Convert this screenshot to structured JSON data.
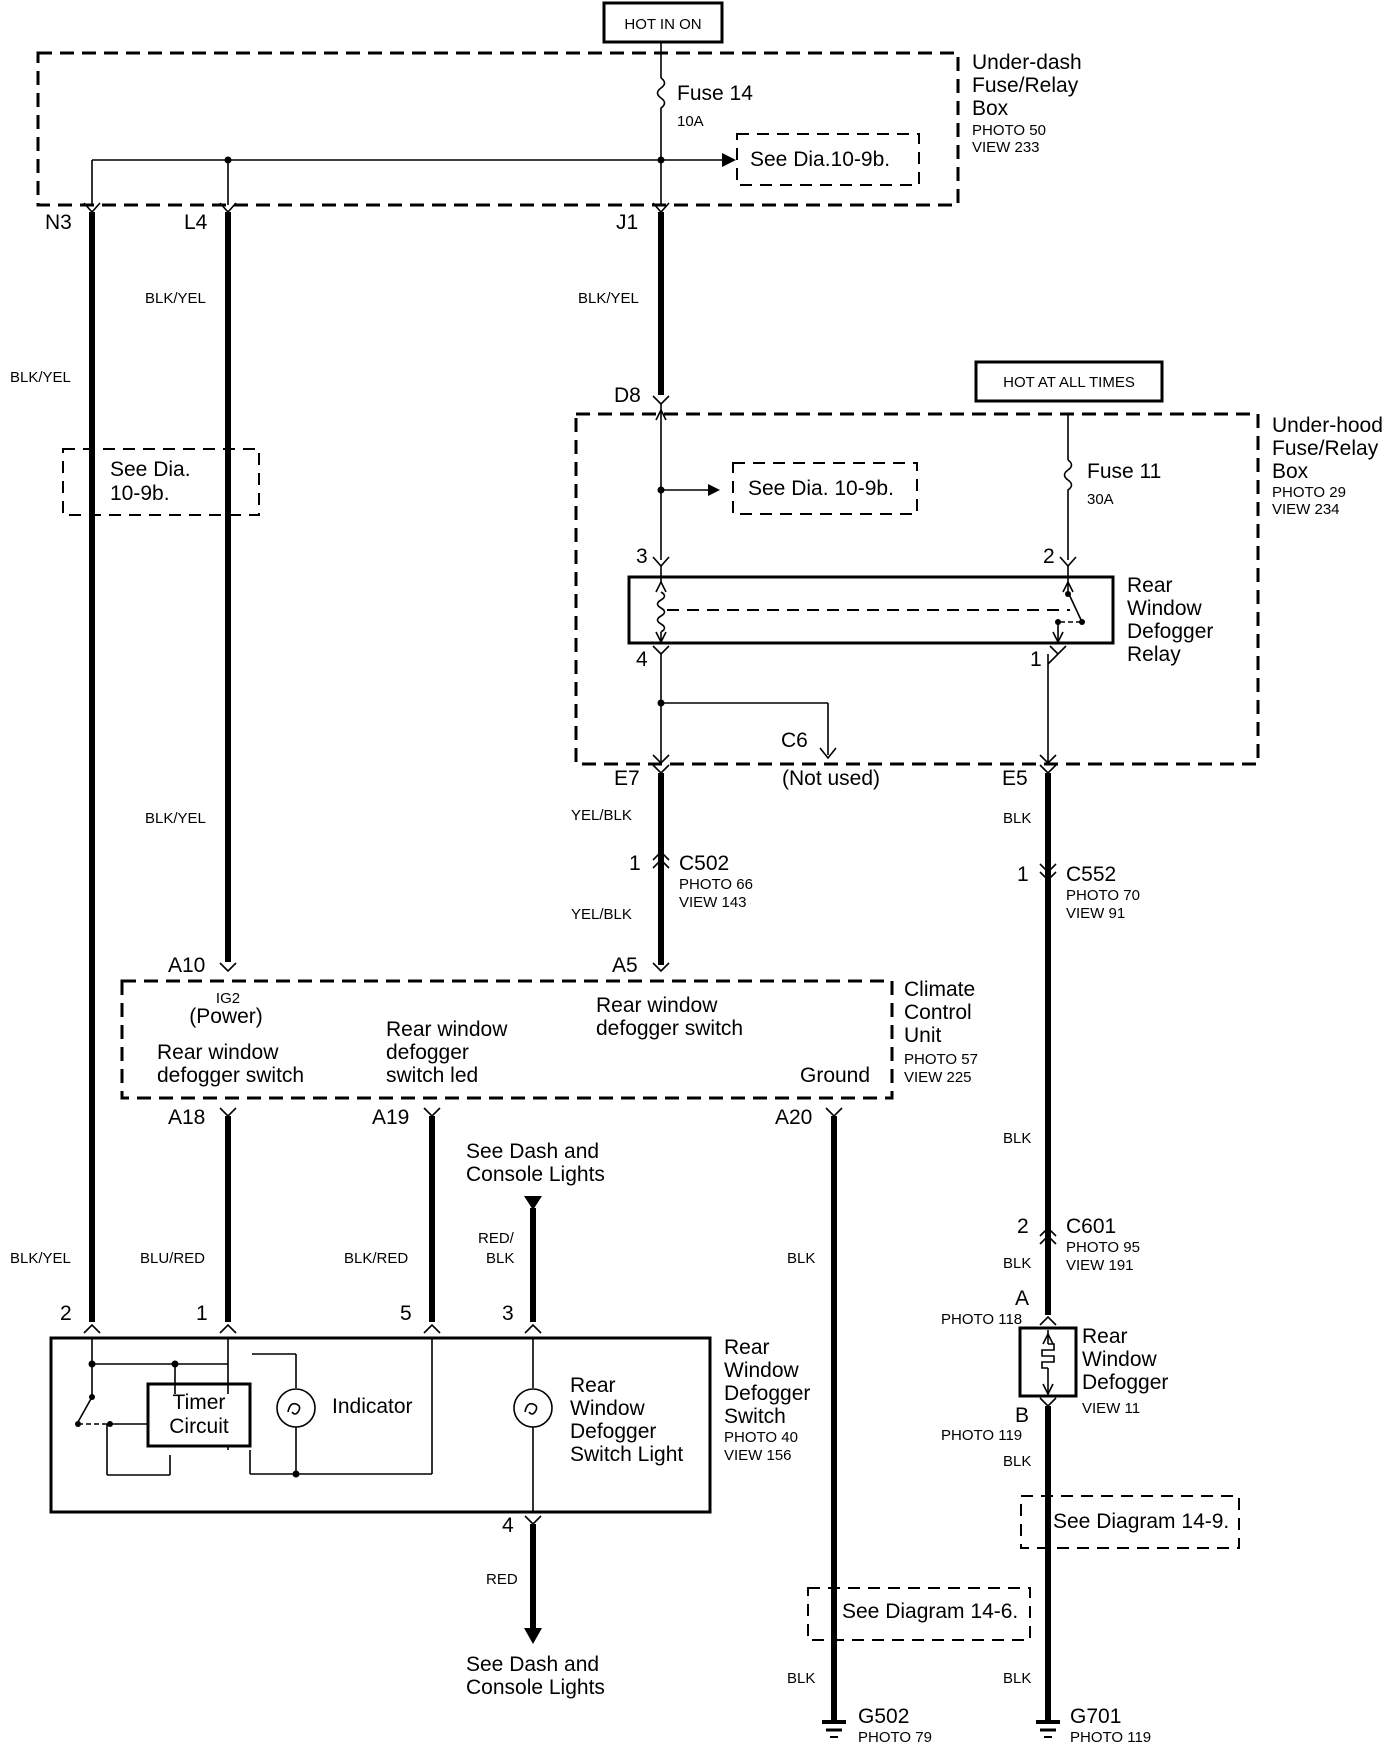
{
  "supplies": {
    "hot_in_on": "HOT IN ON",
    "hot_at_all_times": "HOT AT ALL TIMES"
  },
  "underdash": {
    "name": [
      "Under-dash",
      "Fuse/Relay",
      "Box"
    ],
    "photo": "PHOTO 50",
    "view": "VIEW 233",
    "fuse": "Fuse 14",
    "fuse_rating": "10A",
    "see_ref": "See Dia.10-9b."
  },
  "underhood": {
    "name": [
      "Under-hood",
      "Fuse/Relay",
      "Box"
    ],
    "photo": "PHOTO 29",
    "view": "VIEW 234",
    "fuse": "Fuse 11",
    "fuse_rating": "30A",
    "see_ref": "See Dia. 10-9b."
  },
  "relay": {
    "name": [
      "Rear",
      "Window",
      "Defogger",
      "Relay"
    ]
  },
  "left_see_ref": [
    "See Dia.",
    "10-9b."
  ],
  "terminals": {
    "N3": "N3",
    "L4": "L4",
    "J1": "J1",
    "D8": "D8",
    "r3": "3",
    "r2": "2",
    "r4": "4",
    "r1": "1",
    "E7": "E7",
    "C6": "C6",
    "not_used": "(Not used)",
    "E5": "E5",
    "c502_pin": "1",
    "c552_pin": "1",
    "c601_pin": "2",
    "A10": "A10",
    "A5": "A5",
    "A18": "A18",
    "A19": "A19",
    "A20": "A20",
    "s2": "2",
    "s1": "1",
    "s5": "5",
    "s3": "3",
    "s4": "4",
    "defA": "A",
    "defB": "B"
  },
  "wires": {
    "blkyel": "BLK/YEL",
    "yelblk": "YEL/BLK",
    "blk": "BLK",
    "blured": "BLU/RED",
    "blkred": "BLK/RED",
    "redblk": [
      "RED/",
      "BLK"
    ],
    "red": "RED"
  },
  "connectors": {
    "c502": {
      "name": "C502",
      "photo": "PHOTO 66",
      "view": "VIEW 143"
    },
    "c552": {
      "name": "C552",
      "photo": "PHOTO 70",
      "view": "VIEW 91"
    },
    "c601": {
      "name": "C601",
      "photo": "PHOTO 95",
      "view": "VIEW 191"
    }
  },
  "ccu": {
    "name": [
      "Climate",
      "Control",
      "Unit"
    ],
    "photo": "PHOTO 57",
    "view": "VIEW 225",
    "ig2": "IG2",
    "power": "(Power)",
    "rwds_a5": [
      "Rear window",
      "defogger switch"
    ],
    "rwds_a18": [
      "Rear window",
      "defogger switch"
    ],
    "led": [
      "Rear window",
      "defogger",
      "switch led"
    ],
    "ground": "Ground"
  },
  "dash_lights": {
    "top": [
      "See Dash and",
      "Console Lights"
    ],
    "bottom": [
      "See Dash and",
      "Console Lights"
    ]
  },
  "switch": {
    "name": [
      "Rear",
      "Window",
      "Defogger",
      "Switch"
    ],
    "photo": "PHOTO 40",
    "view": "VIEW 156",
    "timer": [
      "Timer",
      "Circuit"
    ],
    "indicator": "Indicator",
    "light": [
      "Rear",
      "Window",
      "Defogger",
      "Switch Light"
    ]
  },
  "defogger": {
    "name": [
      "Rear",
      "Window",
      "Defogger"
    ],
    "view": "VIEW 11",
    "photo_a": "PHOTO 118",
    "photo_b": "PHOTO 119"
  },
  "see_diag_14_9": "See Diagram 14-9.",
  "see_diag_14_6": "See Diagram 14-6.",
  "grounds": {
    "g502": {
      "name": "G502",
      "photo": "PHOTO 79"
    },
    "g701": {
      "name": "G701",
      "photo": "PHOTO 119"
    }
  }
}
